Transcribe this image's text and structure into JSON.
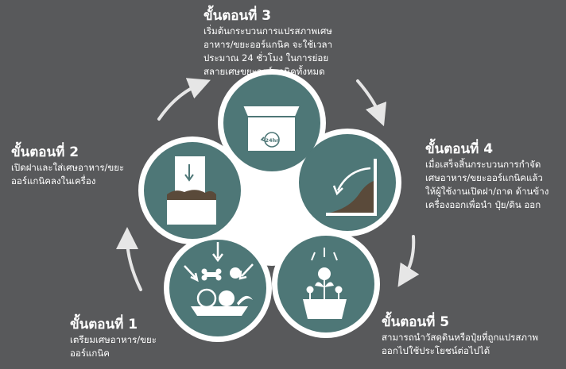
{
  "steps": [
    {
      "title": "ขั้นตอนที่ 1",
      "desc": "เตรียมเศษอาหาร/ขยะ\nออร์แกนิค"
    },
    {
      "title": "ขั้นตอนที่ 2",
      "desc": "เปิดฝาและใส่เศษอาหาร/ขยะ\nออร์แกนิคลงในเครื่อง"
    },
    {
      "title": "ขั้นตอนที่ 3",
      "desc": "เริ่มต้นกระบวนการแปรสภาพเศษ\nอาหาร/ขยะออร์แกนิค จะใช้เวลา\nประมาณ 24 ชั่วโมง ในการย่อย\nสลายเศษขยะออร์แกนิคทั้งหมด"
    },
    {
      "title": "ขั้นตอนที่ 4",
      "desc": "เมื่อเสร็จสิ้นกระบวนการกำจัด\nเศษอาหาร/ขยะออร์แกนิคแล้ว\nให้ผู้ใช้งานเปิดฝา/ถาด ด้านข้าง\nเครื่องออกเพื่อนำ ปุ๋ย/ดิน ออก"
    },
    {
      "title": "ขั้นตอนที่ 5",
      "desc": "สามารถนำวัสดุดินหรือปุ๋ยที่ถูกแปรสภาพ\nออกไปใช้ประโยชน์ต่อไปได้"
    }
  ],
  "box_label": "24hr",
  "colors": {
    "background": "#58595b",
    "circle": "#4e7777",
    "ring": "#ffffff",
    "arrow": "#e6e6e6",
    "soil": "#5a4a3a"
  },
  "icons": [
    "food-scraps-icon",
    "bin-drop-icon",
    "timer-box-icon",
    "soil-slope-icon",
    "potted-plant-icon"
  ]
}
